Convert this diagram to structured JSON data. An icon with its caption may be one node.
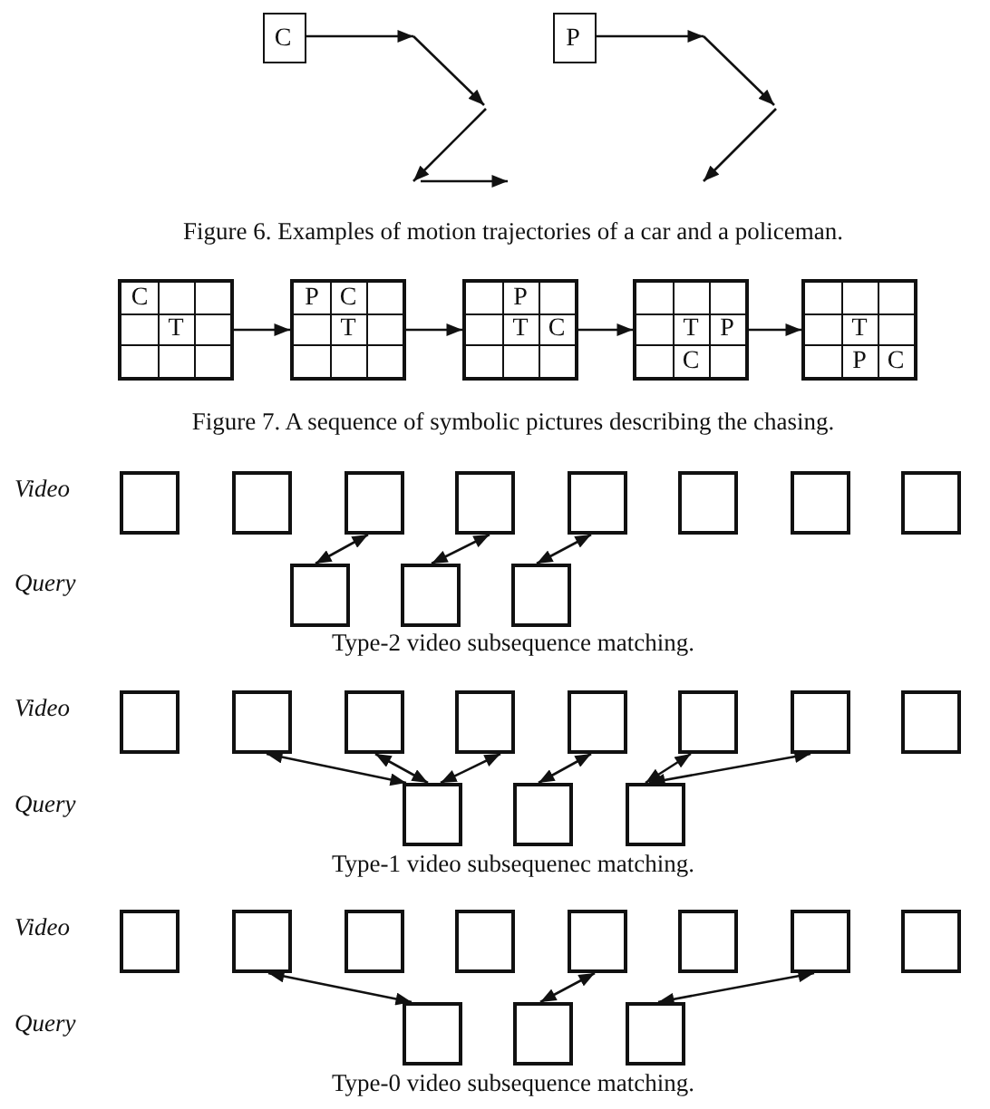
{
  "diagram": {
    "nodes": [
      {
        "text": [
          "C"
        ]
      },
      {
        "text": [
          "P"
        ]
      },
      {
        "text": [
          "C",
          "T"
        ]
      },
      {
        "text": [
          "P",
          "C",
          "T"
        ]
      },
      {
        "text": [
          "P",
          "T",
          "C"
        ]
      },
      {
        "text": [
          "T",
          "P",
          "C"
        ]
      },
      {
        "text": [
          "T",
          "P",
          "C"
        ]
      },
      {
        "text": [],
        "shape": "box"
      },
      {
        "text": [],
        "shape": "box"
      },
      {
        "text": [],
        "shape": "box"
      },
      {
        "text": [],
        "shape": "box"
      },
      {
        "text": [],
        "shape": "box"
      },
      {
        "text": [],
        "shape": "box"
      },
      {
        "text": [],
        "shape": "box"
      },
      {
        "text": [],
        "shape": "box"
      },
      {
        "text": [],
        "shape": "box"
      },
      {
        "text": [],
        "shape": "box"
      },
      {
        "text": [],
        "shape": "box"
      },
      {
        "text": [],
        "shape": "box"
      },
      {
        "text": [],
        "shape": "box"
      },
      {
        "text": [],
        "shape": "box"
      },
      {
        "text": [],
        "shape": "box"
      },
      {
        "text": [],
        "shape": "box"
      },
      {
        "text": [],
        "shape": "box"
      },
      {
        "text": [],
        "shape": "box"
      },
      {
        "text": [],
        "shape": "box"
      },
      {
        "text": [],
        "shape": "box"
      },
      {
        "text": [],
        "shape": "box"
      },
      {
        "text": [],
        "shape": "box"
      },
      {
        "text": [],
        "shape": "box"
      },
      {
        "text": [],
        "shape": "box"
      },
      {
        "text": [],
        "shape": "box"
      },
      {
        "text": [],
        "shape": "box"
      },
      {
        "text": [],
        "shape": "box"
      },
      {
        "text": [],
        "shape": "box"
      },
      {
        "text": [],
        "shape": "box"
      },
      {
        "text": [],
        "shape": "box"
      },
      {
        "text": [],
        "shape": "box"
      },
      {
        "text": [],
        "shape": "box"
      },
      {
        "text": [],
        "shape": "box"
      }
    ],
    "edges": [
      {
        "from": 0,
        "to": null,
        "arrow": "to"
      },
      {
        "from": 1,
        "to": null,
        "arrow": "to"
      },
      {
        "from": 2,
        "to": 3,
        "arrow": "to"
      },
      {
        "from": 3,
        "to": 4,
        "arrow": "to"
      },
      {
        "from": 4,
        "to": 5,
        "arrow": "to"
      },
      {
        "from": 5,
        "to": 6,
        "arrow": "to"
      },
      {
        "from": 9,
        "to": 15,
        "arrow": "both"
      },
      {
        "from": 10,
        "to": 16,
        "arrow": "both"
      },
      {
        "from": 11,
        "to": 17,
        "arrow": "both"
      },
      {
        "from": 19,
        "to": 26,
        "arrow": "both"
      },
      {
        "from": 20,
        "to": 26,
        "arrow": "both"
      },
      {
        "from": 21,
        "to": 26,
        "arrow": "both"
      },
      {
        "from": 22,
        "to": 27,
        "arrow": "both"
      },
      {
        "from": 23,
        "to": 28,
        "arrow": "both"
      },
      {
        "from": 24,
        "to": 28,
        "arrow": "both"
      },
      {
        "from": 30,
        "to": 37,
        "arrow": "both"
      },
      {
        "from": 33,
        "to": 38,
        "arrow": "both"
      },
      {
        "from": 35,
        "to": 39,
        "arrow": "both"
      }
    ],
    "labels": [
      "Figure 6. Examples of motion trajectories of a car and a policeman.",
      "Figure 7. A sequence of symbolic pictures describing the chasing.",
      "Video",
      "Query",
      "Type-2 video subsequence matching.",
      "Video",
      "Query",
      "Type-1 video subsequenec matching.",
      "Video",
      "Query",
      "Type-0 video subsequence matching."
    ]
  }
}
